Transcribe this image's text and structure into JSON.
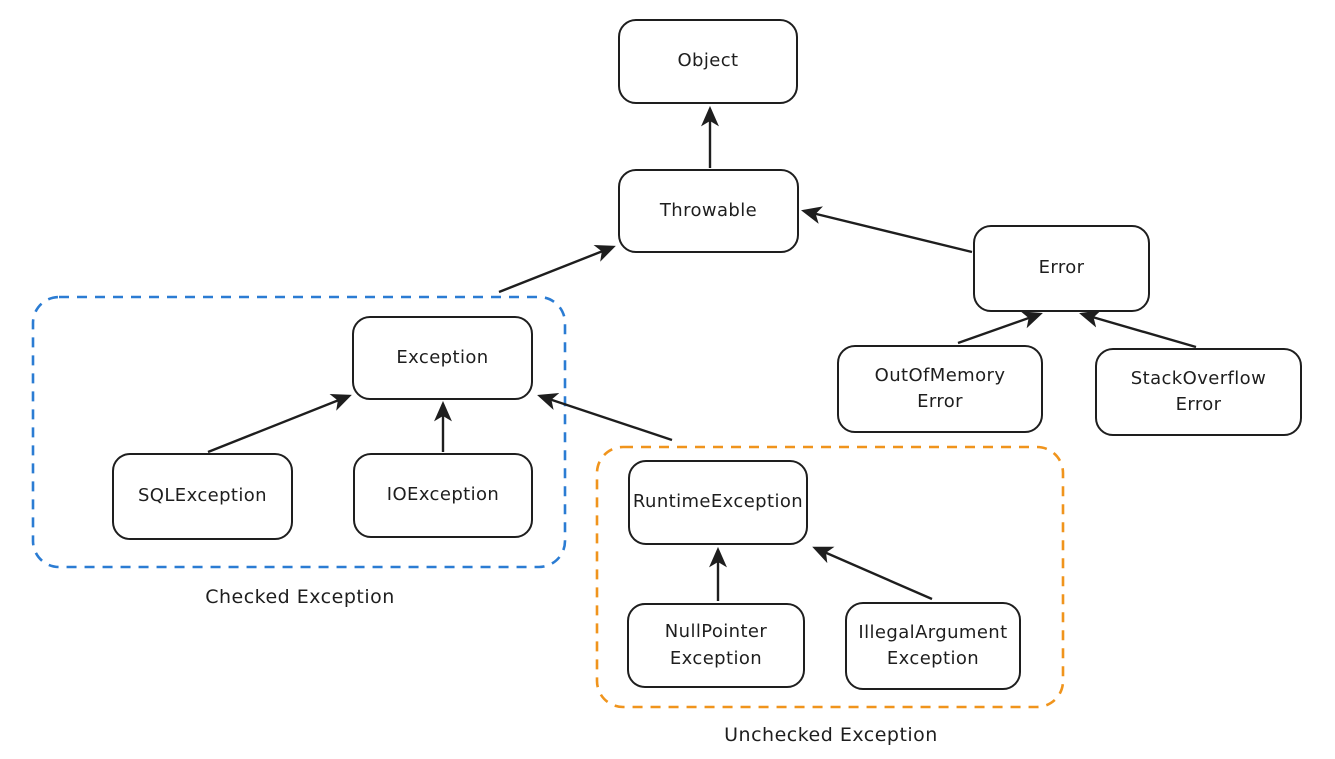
{
  "colors": {
    "stroke": "#1e1e1e",
    "background": "#ffffff"
  },
  "nodes": {
    "object": {
      "lines": [
        "Object"
      ]
    },
    "throwable": {
      "lines": [
        "Throwable"
      ]
    },
    "error": {
      "lines": [
        "Error"
      ]
    },
    "exception": {
      "lines": [
        "Exception"
      ]
    },
    "sqlexception": {
      "lines": [
        "SQLException"
      ]
    },
    "ioexception": {
      "lines": [
        "IOException"
      ]
    },
    "outofmemoryerror": {
      "lines": [
        "OutOfMemory",
        "Error"
      ]
    },
    "stackoverflowerror": {
      "lines": [
        "StackOverflow",
        "Error"
      ]
    },
    "runtimeexception": {
      "lines": [
        "RuntimeException"
      ]
    },
    "nullpointerexception": {
      "lines": [
        "NullPointer",
        "Exception"
      ]
    },
    "illegalargumentexception": {
      "lines": [
        "IllegalArgument",
        "Exception"
      ]
    }
  },
  "groups": {
    "checked": {
      "label": "Checked Exception",
      "color": "#2b7cd3"
    },
    "unchecked": {
      "label": "Unchecked Exception",
      "color": "#f0941c"
    }
  },
  "edges": [
    {
      "from": "Throwable",
      "to": "Object"
    },
    {
      "from": "Error",
      "to": "Throwable"
    },
    {
      "from": "Exception",
      "to": "Throwable"
    },
    {
      "from": "SQLException",
      "to": "Exception"
    },
    {
      "from": "IOException",
      "to": "Exception"
    },
    {
      "from": "RuntimeException",
      "to": "Exception"
    },
    {
      "from": "OutOfMemoryError",
      "to": "Error"
    },
    {
      "from": "StackOverflowError",
      "to": "Error"
    },
    {
      "from": "NullPointerException",
      "to": "RuntimeException"
    },
    {
      "from": "IllegalArgumentException",
      "to": "RuntimeException"
    }
  ]
}
